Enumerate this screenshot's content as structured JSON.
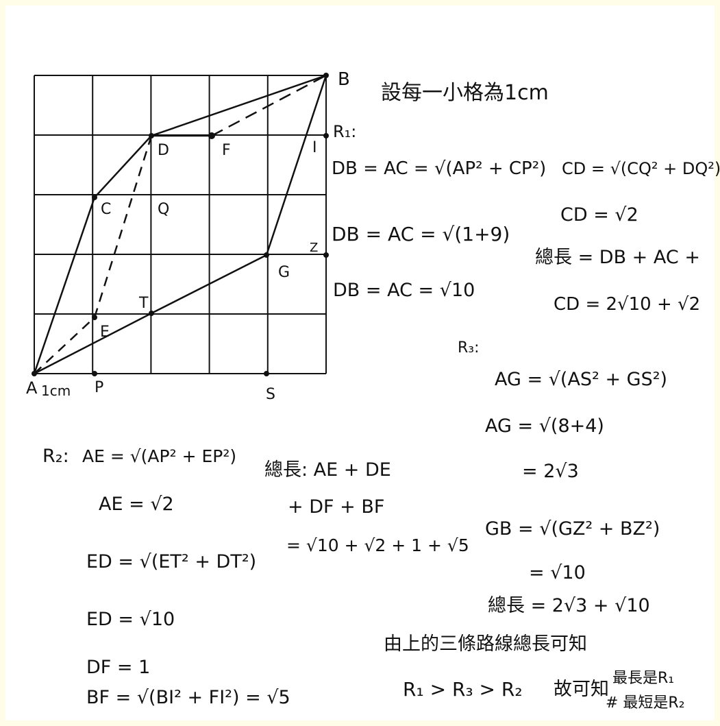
{
  "figure": {
    "grid_cols": 5,
    "grid_rows": 5,
    "points": {
      "A": "A",
      "B": "B",
      "C": "C",
      "D": "D",
      "E": "E",
      "F": "F",
      "G": "G",
      "I": "I",
      "P": "P",
      "Q": "Q",
      "S": "S",
      "T": "T",
      "Z": "Z"
    },
    "unit_label": "1cm",
    "colors": {
      "ink": "#111111",
      "background": "#fffde8",
      "paper": "#ffffff"
    }
  },
  "header": {
    "unit_note": "設每一小格為1cm"
  },
  "r1": {
    "label": "R₁:",
    "line1": "DB = AC = √(AP² + CP²)",
    "line2": "DB = AC = √(1+9)",
    "line3": "DB = AC = √10",
    "cd1": "CD = √(CQ² + DQ²)",
    "cd2": "CD = √2",
    "total1": "總長 = DB + AC +",
    "total2": "CD = 2√10 + √2"
  },
  "r3": {
    "label": "R₃:",
    "line1": "AG = √(AS² + GS²)",
    "line2": "AG = √(8+4)",
    "line3": "= 2√3",
    "line4": "GB = √(GZ² + BZ²)",
    "line5": "= √10",
    "total": "總長 = 2√3 + √10"
  },
  "r2": {
    "label": "R₂:",
    "line1": "AE = √(AP² + EP²)",
    "line2": "AE = √2",
    "line3": "ED = √(ET² + DT²)",
    "line4": "ED = √10",
    "line5": "DF = 1",
    "line6": "BF = √(BI² + FI²) = √5",
    "total1": "總長: AE + DE",
    "total2": "+ DF + BF",
    "total3": "= √10 + √2 + 1 + √5"
  },
  "conclusion": {
    "line1": "由上的三條路線總長可知",
    "line2": "R₁ > R₃ > R₂",
    "line3": "故可知",
    "longest": "最長是R₁",
    "shortest": "# 最短是R₂"
  }
}
